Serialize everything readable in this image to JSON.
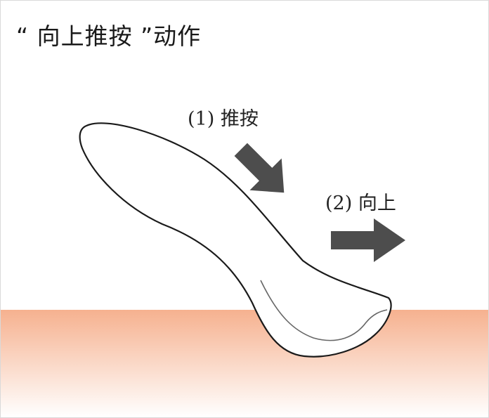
{
  "title": "“ 向上推按 ”动作",
  "steps": [
    {
      "label": "(1) 推按"
    },
    {
      "label": "(2) 向上"
    }
  ],
  "colors": {
    "skin_top": "#f6b18f",
    "skin_bottom": "#ffffff",
    "arrow": "#4d4d4d",
    "outline": "#1a1a1a"
  }
}
